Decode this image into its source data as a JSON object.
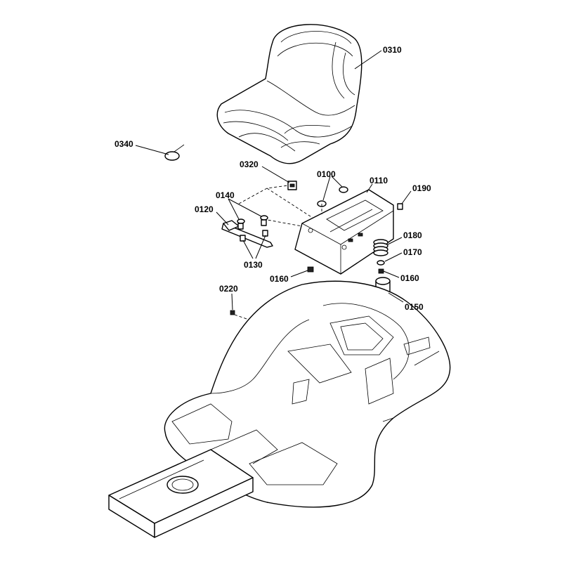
{
  "labels": {
    "p0310": "0310",
    "p0340": "0340",
    "p0320": "0320",
    "p0100": "0100",
    "p0110": "0110",
    "p0190": "0190",
    "p0140": "0140",
    "p0120": "0120",
    "p0180": "0180",
    "p0170": "0170",
    "p0130": "0130",
    "p0160a": "0160",
    "p0160b": "0160",
    "p0150": "0150",
    "p0220": "0220"
  },
  "colors": {
    "line": "#000000",
    "background": "#ffffff"
  }
}
